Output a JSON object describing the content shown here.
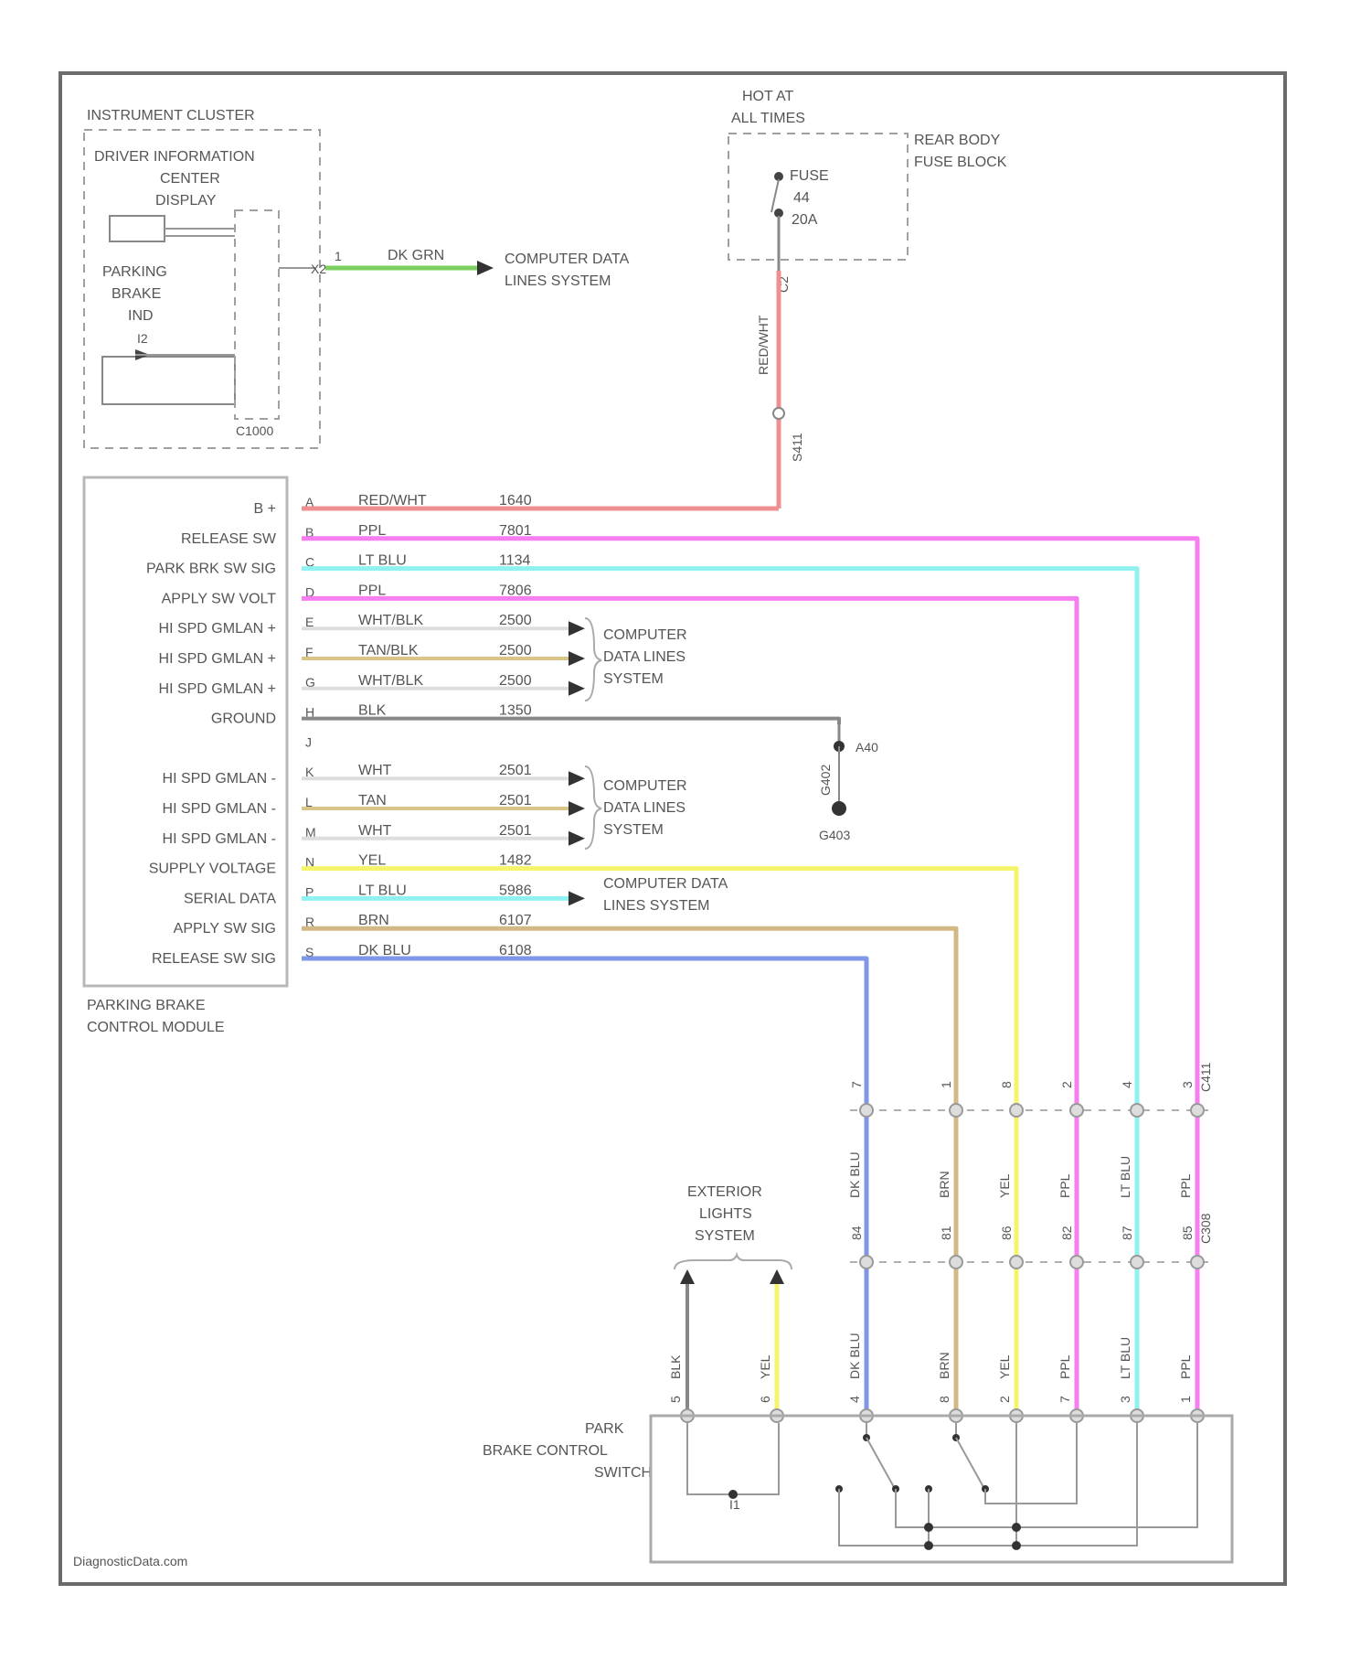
{
  "instrument_cluster": {
    "title": "INSTRUMENT CLUSTER",
    "dic_line1": "DRIVER INFORMATION",
    "dic_line2": "CENTER",
    "dic_line3": "DISPLAY",
    "ind_line1": "PARKING",
    "ind_line2": "BRAKE",
    "ind_line3": "IND",
    "connector": "C1000",
    "pin": "1",
    "pin_id": "X2",
    "wire_color": "DK GRN",
    "dest_line1": "COMPUTER DATA",
    "dest_line2": "LINES SYSTEM"
  },
  "fuse_block": {
    "hot_line1": "HOT AT",
    "hot_line2": "ALL TIMES",
    "name_line1": "REAR BODY",
    "name_line2": "FUSE BLOCK",
    "fuse_line1": "FUSE",
    "fuse_line2": "44",
    "fuse_line3": "20A",
    "out_pin": "C2",
    "wire_label": "RED/WHT",
    "splice_label": "S411"
  },
  "module": {
    "name_line1": "PARKING BRAKE",
    "name_line2": "CONTROL MODULE",
    "terminals": [
      {
        "label": "B +",
        "pin": "A",
        "color_name": "RED/WHT",
        "circuit": "1640"
      },
      {
        "label": "RELEASE SW",
        "pin": "B",
        "color_name": "PPL",
        "circuit": "7801"
      },
      {
        "label": "PARK BRK SW SIG",
        "pin": "C",
        "color_name": "LT BLU",
        "circuit": "1134"
      },
      {
        "label": "APPLY SW VOLT",
        "pin": "D",
        "color_name": "PPL",
        "circuit": "7806"
      },
      {
        "label": "HI SPD GMLAN +",
        "pin": "E",
        "color_name": "WHT/BLK",
        "circuit": "2500"
      },
      {
        "label": "HI SPD GMLAN +",
        "pin": "F",
        "color_name": "TAN/BLK",
        "circuit": "2500"
      },
      {
        "label": "HI SPD GMLAN +",
        "pin": "G",
        "color_name": "WHT/BLK",
        "circuit": "2500"
      },
      {
        "label": "GROUND",
        "pin": "H",
        "color_name": "BLK",
        "circuit": "1350"
      },
      {
        "label": "",
        "pin": "J",
        "color_name": "",
        "circuit": ""
      },
      {
        "label": "HI SPD GMLAN -",
        "pin": "K",
        "color_name": "WHT",
        "circuit": "2501"
      },
      {
        "label": "HI SPD GMLAN -",
        "pin": "L",
        "color_name": "TAN",
        "circuit": "2501"
      },
      {
        "label": "HI SPD GMLAN -",
        "pin": "M",
        "color_name": "WHT",
        "circuit": "2501"
      },
      {
        "label": "SUPPLY VOLTAGE",
        "pin": "N",
        "color_name": "YEL",
        "circuit": "1482"
      },
      {
        "label": "SERIAL DATA",
        "pin": "P",
        "color_name": "LT BLU",
        "circuit": "5986"
      },
      {
        "label": "APPLY SW SIG",
        "pin": "R",
        "color_name": "BRN",
        "circuit": "6107"
      },
      {
        "label": "RELEASE SW SIG",
        "pin": "S",
        "color_name": "DK BLU",
        "circuit": "6108"
      }
    ],
    "data_lines_label_line1": "COMPUTER",
    "data_lines_label_line2": "DATA LINES",
    "data_lines_label_line3": "SYSTEM",
    "serial_dest_line1": "COMPUTER DATA",
    "serial_dest_line2": "LINES SYSTEM"
  },
  "ground": {
    "top_label": "A40",
    "splice": "G402",
    "bottom_label": "G403"
  },
  "exterior_lights": {
    "line1": "EXTERIOR",
    "line2": "LIGHTS",
    "line3": "SYSTEM"
  },
  "inline_connector": {
    "name": "C411",
    "lower_name": "C308",
    "pins_upper": [
      "7",
      "1",
      "8",
      "2",
      "4",
      "3"
    ],
    "pins_lower": [
      "84",
      "81",
      "86",
      "82",
      "87",
      "85"
    ],
    "wire_labels_mid": [
      "DK BLU",
      "BRN",
      "YEL",
      "PPL",
      "LT BLU",
      "PPL"
    ]
  },
  "switch": {
    "name_line1": "PARK",
    "name_line2": "BRAKE CONTROL",
    "name_line3": "SWITCH",
    "pins": [
      {
        "pin": "5",
        "wire": "BLK"
      },
      {
        "pin": "6",
        "wire": "YEL"
      },
      {
        "pin": "4",
        "wire": "DK BLU"
      },
      {
        "pin": "8",
        "wire": "BRN"
      },
      {
        "pin": "2",
        "wire": "YEL"
      },
      {
        "pin": "7",
        "wire": "PPL"
      },
      {
        "pin": "3",
        "wire": "LT BLU"
      },
      {
        "pin": "1",
        "wire": "PPL"
      }
    ],
    "lamp_label": "I1"
  },
  "watermark": "DiagnosticData.com",
  "colors": {
    "frame": "#6b6b6b",
    "dashed": "#a0a0a0",
    "red_wht": "#ef9090",
    "ppl": "#f57ef0",
    "lt_blu": "#8ff2f0",
    "dk_grn": "#7ccf5e",
    "yel": "#f6f46a",
    "tan": "#d9c58a",
    "brn": "#d2b884",
    "dk_blu": "#7f97e4",
    "blk": "#888888",
    "wht": "#dddddd"
  }
}
